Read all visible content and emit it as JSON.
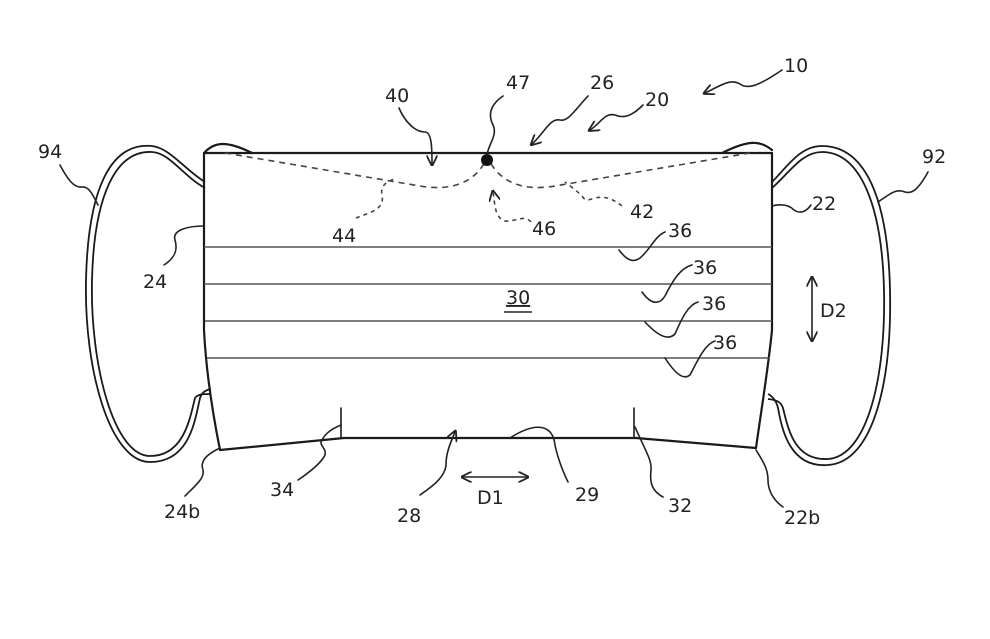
{
  "figure": {
    "title": "Face mask patent drawing",
    "labels": {
      "mask": "10",
      "body": "20",
      "right_edge": "22",
      "right_bottom_corner": "22b",
      "left_edge": "24",
      "left_bottom_corner": "24b",
      "top_edge": "26",
      "bottom_edge": "28",
      "bottom_line": "29",
      "main_panel": "30",
      "right_slit": "32",
      "left_slit": "34",
      "pleat_1": "36",
      "pleat_2": "36",
      "pleat_3": "36",
      "pleat_4": "36",
      "nose_region": "40",
      "right_fold_line": "42",
      "left_fold_line": "44",
      "center_fold": "46",
      "apex_point": "47",
      "right_ear_loop": "92",
      "left_ear_loop": "94",
      "direction_horizontal": "D1",
      "direction_vertical": "D2"
    }
  }
}
